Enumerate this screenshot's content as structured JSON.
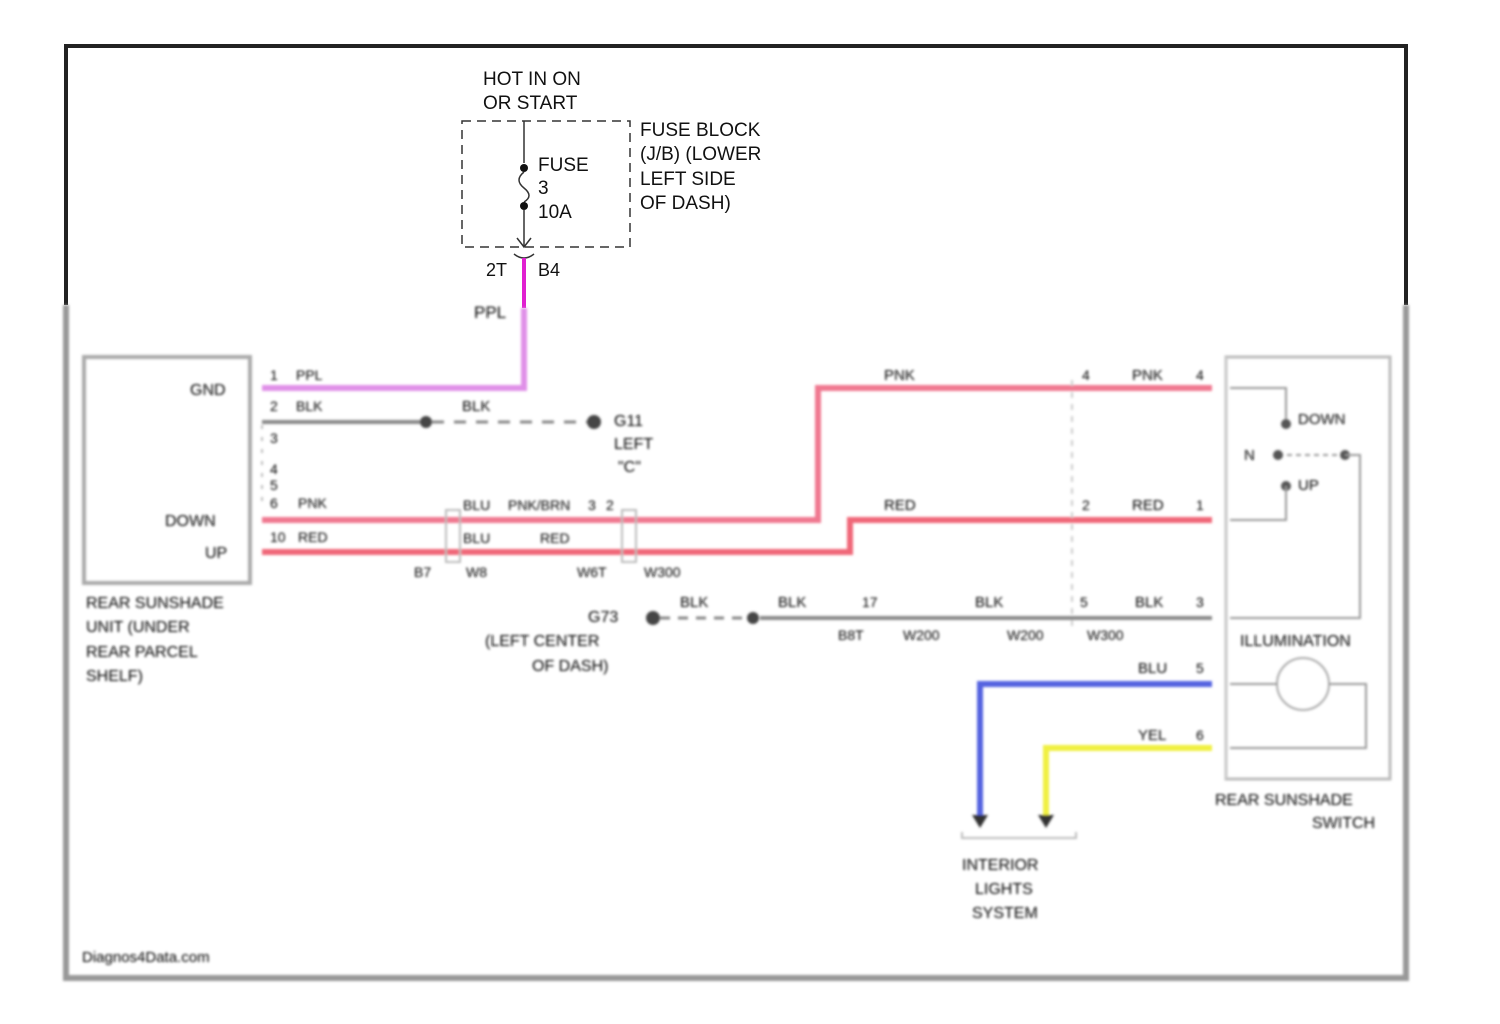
{
  "fuse_header": {
    "hot_line1": "HOT IN ON",
    "hot_line2": "OR START",
    "fuse_label": "FUSE",
    "fuse_number": "3",
    "fuse_rating": "10A",
    "block_line1": "FUSE BLOCK",
    "block_line2": "(J/B) (LOWER",
    "block_line3": "LEFT SIDE",
    "block_line4": "OF DASH)",
    "connector_left": "2T",
    "connector_right": "B4",
    "wire_color": "PPL"
  },
  "left_module": {
    "pin_labels": [
      "GND",
      "DOWN",
      "UP"
    ],
    "name_lines": [
      "REAR SUNSHADE",
      "UNIT (UNDER",
      "REAR PARCEL",
      "SHELF)"
    ],
    "pins": [
      {
        "num": "1",
        "color": "PPL"
      },
      {
        "num": "2",
        "color": "BLK"
      },
      {
        "num": "3",
        "color": ""
      },
      {
        "num": "4",
        "color": ""
      },
      {
        "num": "5",
        "color": ""
      },
      {
        "num": "6",
        "color": "PNK"
      },
      {
        "num": "10",
        "color": "RED"
      }
    ]
  },
  "ground_upper": {
    "wire": "BLK",
    "name": "G11",
    "location": "LEFT",
    "location2": "\"C\""
  },
  "mid_connector": {
    "labels_top": [
      "BLU",
      "PNK/BRN",
      "3",
      "2"
    ],
    "labels_bottom": [
      "BLU",
      "RED"
    ],
    "labels_under": [
      "B7",
      "W8",
      "W6T",
      "W300"
    ]
  },
  "wires": {
    "pnk_top": "PNK",
    "red_mid": "RED",
    "pnk_right": "PNK",
    "red_right": "RED",
    "blk_right": "BLK",
    "blu_right": "BLU",
    "yel_right": "YEL",
    "pin_a": "4",
    "pin_b": "2",
    "pin_c": "3",
    "pin_d": "1",
    "pin_e": "5",
    "pin_f": "6"
  },
  "ground_lower": {
    "name": "G73",
    "location_line1": "(LEFT CENTER",
    "location_line2": "OF DASH)",
    "wires": [
      "BLK",
      "BLK",
      "BLK",
      "BLK"
    ],
    "connectors": [
      "17",
      "5",
      "3"
    ],
    "connector_ids": [
      "B8T",
      "W200",
      "W200",
      "W300"
    ]
  },
  "switch": {
    "down": "DOWN",
    "up": "UP",
    "common": "N",
    "illumination": "ILLUMINATION",
    "name_line1": "REAR SUNSHADE",
    "name_line2": "SWITCH"
  },
  "interior": {
    "line1": "INTERIOR",
    "line2": "LIGHTS",
    "line3": "SYSTEM"
  },
  "watermark": "Diagnos4Data.com",
  "colors": {
    "ppl": "#e040e0",
    "pnk": "#f07090",
    "red": "#f06070",
    "blu": "#5560e0",
    "yel": "#f0f040",
    "blk": "#777777",
    "frame": "#222222"
  }
}
